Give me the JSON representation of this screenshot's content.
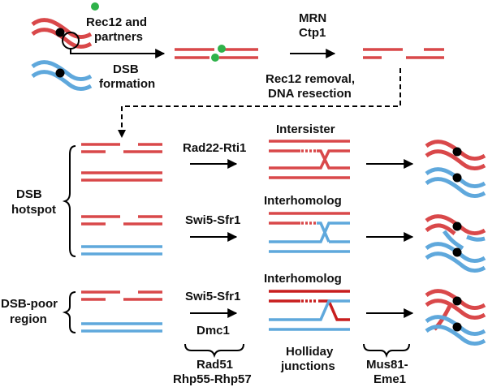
{
  "colors": {
    "red": "#d9484a",
    "blue": "#5fa8dc",
    "dark_red": "#c81e1e",
    "green": "#2fb24a",
    "black": "#000000"
  },
  "labels": {
    "rec12_line1": "Rec12 and",
    "rec12_line2": "partners",
    "dsb_line1": "DSB",
    "dsb_line2": "formation",
    "mrn": "MRN",
    "ctp1": "Ctp1",
    "removal_line1": "Rec12 removal,",
    "removal_line2": "DNA resection",
    "hotspot_line1": "DSB",
    "hotspot_line2": "hotspot",
    "poor_line1": "DSB-poor",
    "poor_line2": "region",
    "rad22": "Rad22-Rti1",
    "swi5_a": "Swi5-Sfr1",
    "swi5_b": "Swi5-Sfr1",
    "dmc1": "Dmc1",
    "intersister": "Intersister",
    "interhomolog_a": "Interhomolog",
    "interhomolog_b": "Interhomolog",
    "rad51_line1": "Rad51",
    "rad51_line2": "Rhp55-Rhp57",
    "holliday_line1": "Holliday",
    "holliday_line2": "junctions",
    "mus81_line1": "Mus81-",
    "mus81_line2": "Eme1"
  }
}
